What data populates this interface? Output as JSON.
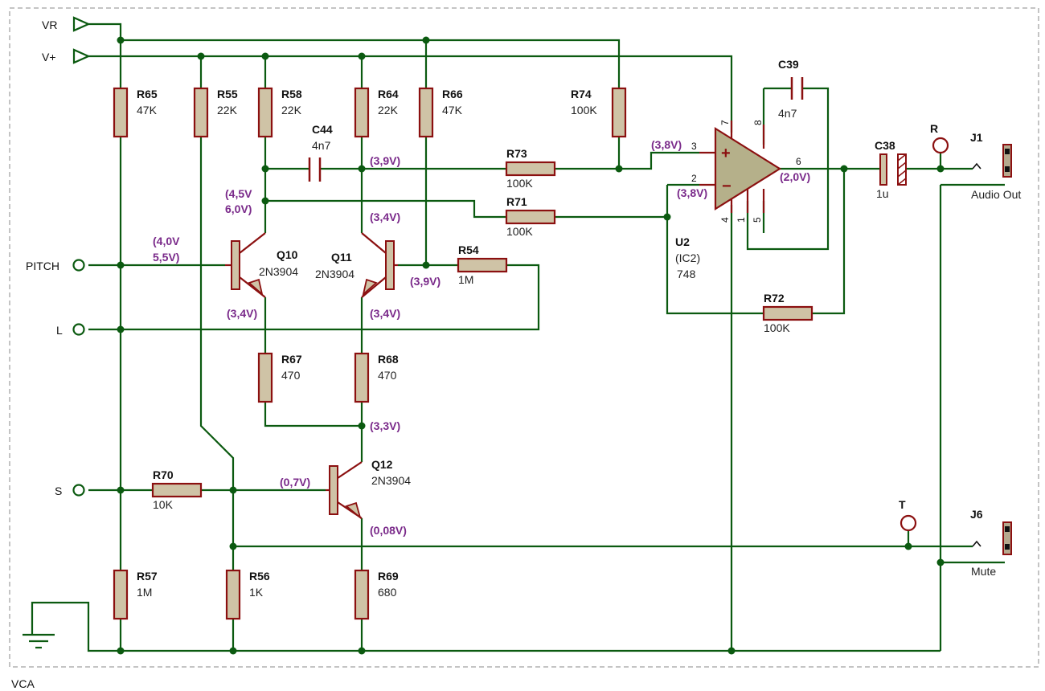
{
  "footer": {
    "title": "VCA"
  },
  "nets": {
    "vr": "VR",
    "vplus": "V+",
    "pitch": "PITCH",
    "l": "L",
    "s": "S",
    "r": "R",
    "t": "T"
  },
  "resistors": [
    {
      "ref": "R65",
      "value": "47K"
    },
    {
      "ref": "R55",
      "value": "22K"
    },
    {
      "ref": "R58",
      "value": "22K"
    },
    {
      "ref": "R64",
      "value": "22K"
    },
    {
      "ref": "R66",
      "value": "47K"
    },
    {
      "ref": "R74",
      "value": "100K"
    },
    {
      "ref": "R73",
      "value": "100K"
    },
    {
      "ref": "R71",
      "value": "100K"
    },
    {
      "ref": "R54",
      "value": "1M"
    },
    {
      "ref": "R72",
      "value": "100K"
    },
    {
      "ref": "R67",
      "value": "470"
    },
    {
      "ref": "R68",
      "value": "470"
    },
    {
      "ref": "R70",
      "value": "10K"
    },
    {
      "ref": "R57",
      "value": "1M"
    },
    {
      "ref": "R56",
      "value": "1K"
    },
    {
      "ref": "R69",
      "value": "680"
    }
  ],
  "capacitors": [
    {
      "ref": "C44",
      "value": "4n7"
    },
    {
      "ref": "C39",
      "value": "4n7"
    },
    {
      "ref": "C38",
      "value": "1u"
    }
  ],
  "transistors": [
    {
      "ref": "Q10",
      "part": "2N3904"
    },
    {
      "ref": "Q11",
      "part": "2N3904"
    },
    {
      "ref": "Q12",
      "part": "2N3904"
    }
  ],
  "opamp": {
    "ref": "U2",
    "sub": "(IC2)",
    "part": "748",
    "pins": [
      "7",
      "8",
      "3",
      "2",
      "6",
      "4",
      "1",
      "5"
    ],
    "plus": "+",
    "minus": "−"
  },
  "jacks": [
    {
      "ref": "J1",
      "label": "Audio Out"
    },
    {
      "ref": "J6",
      "label": "Mute"
    }
  ],
  "voltages": {
    "c44_right": "(3,9V)",
    "q10_c1": "(4,5V",
    "q10_c2": "6,0V)",
    "q10_b1": "(4,0V",
    "q10_b2": "5,5V)",
    "q10_e": "(3,4V)",
    "q11_c": "(3,4V)",
    "q11_b": "(3,9V)",
    "q11_e": "(3,4V)",
    "opamp_plus": "(3,8V)",
    "opamp_minus": "(3,8V)",
    "opamp_out": "(2,0V)",
    "q12_c": "(3,3V)",
    "q12_b": "(0,7V)",
    "q12_e": "(0,08V)"
  }
}
